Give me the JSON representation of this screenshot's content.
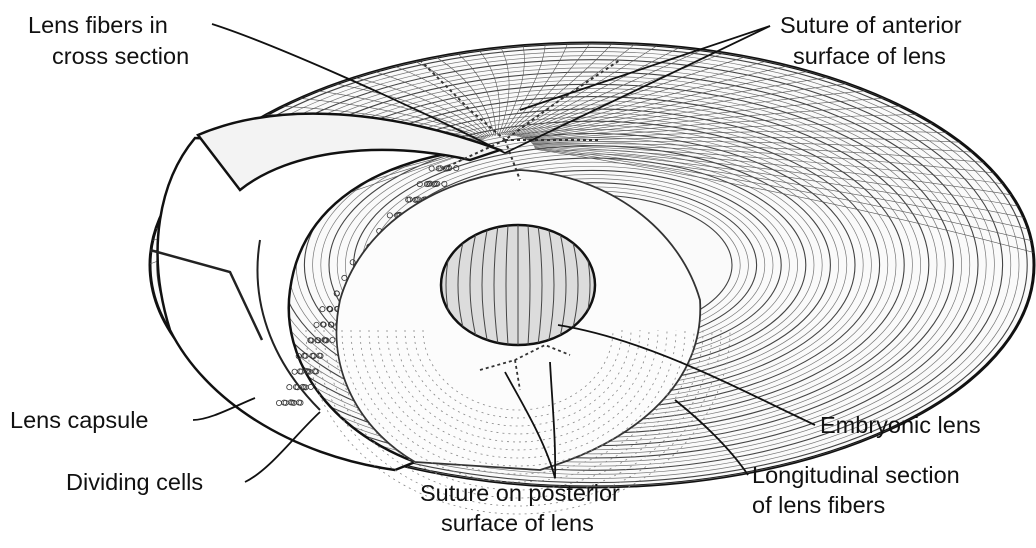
{
  "labels": {
    "lens_fibers_cross_section": [
      "Lens fibers in",
      "cross section"
    ],
    "suture_anterior": [
      "Suture of anterior",
      "surface of lens"
    ],
    "lens_capsule": "Lens capsule",
    "dividing_cells": "Dividing cells",
    "suture_posterior": [
      "Suture on posterior",
      "surface of lens"
    ],
    "embryonic_lens": "Embryonic lens",
    "longitudinal_section": [
      "Longitudinal section",
      "of lens fibers"
    ]
  }
}
